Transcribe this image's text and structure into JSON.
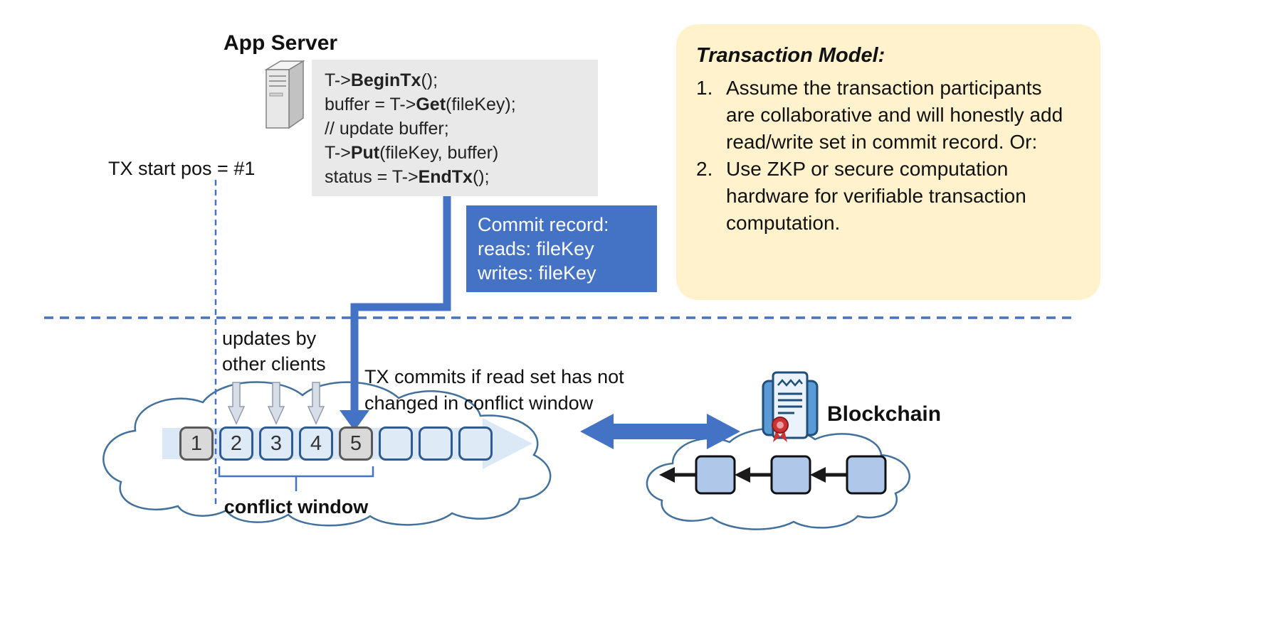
{
  "app_server": {
    "title": "App Server"
  },
  "code": {
    "lines": [
      {
        "pre": "T->",
        "bold": "BeginTx",
        "post": "();"
      },
      {
        "pre": "buffer = T->",
        "bold": "Get",
        "post": "(fileKey);"
      },
      {
        "pre": "// update buffer;",
        "bold": "",
        "post": ""
      },
      {
        "pre": "T->",
        "bold": "Put",
        "post": "(fileKey, buffer)"
      },
      {
        "pre": "status = T->",
        "bold": "EndTx",
        "post": "();"
      }
    ]
  },
  "labels": {
    "tx_start": "TX start pos = #1",
    "updates_by": "updates by other clients",
    "tx_commits": "TX commits if read set has not changed in conflict window",
    "conflict_window": "conflict window",
    "blockchain": "Blockchain"
  },
  "commit_record": {
    "lines": [
      "Commit record:",
      "reads: fileKey",
      "writes: fileKey"
    ]
  },
  "note": {
    "title": "Transaction Model:",
    "items": [
      {
        "num": "1.",
        "text": "Assume the transaction participants are collaborative and will honestly add read/write set in commit record.  Or:"
      },
      {
        "num": "2.",
        "text": "Use ZKP or secure computation hardware for verifiable transaction computation."
      }
    ]
  },
  "timeline": {
    "boxes": [
      {
        "label": "1",
        "variant": "gray"
      },
      {
        "label": "2",
        "variant": "blue"
      },
      {
        "label": "3",
        "variant": "blue"
      },
      {
        "label": "4",
        "variant": "blue"
      },
      {
        "label": "5",
        "variant": "gray"
      },
      {
        "label": "",
        "variant": "blue"
      },
      {
        "label": "",
        "variant": "blue"
      },
      {
        "label": "",
        "variant": "blue"
      }
    ]
  },
  "colors": {
    "accent": "#4472C4",
    "note_bg": "#FFF2CC",
    "code_bg": "#E9E9E9",
    "box_gray": "#D9D9D9",
    "box_blue": "#DEEBF7",
    "chain_box": "#AFC8EA"
  }
}
